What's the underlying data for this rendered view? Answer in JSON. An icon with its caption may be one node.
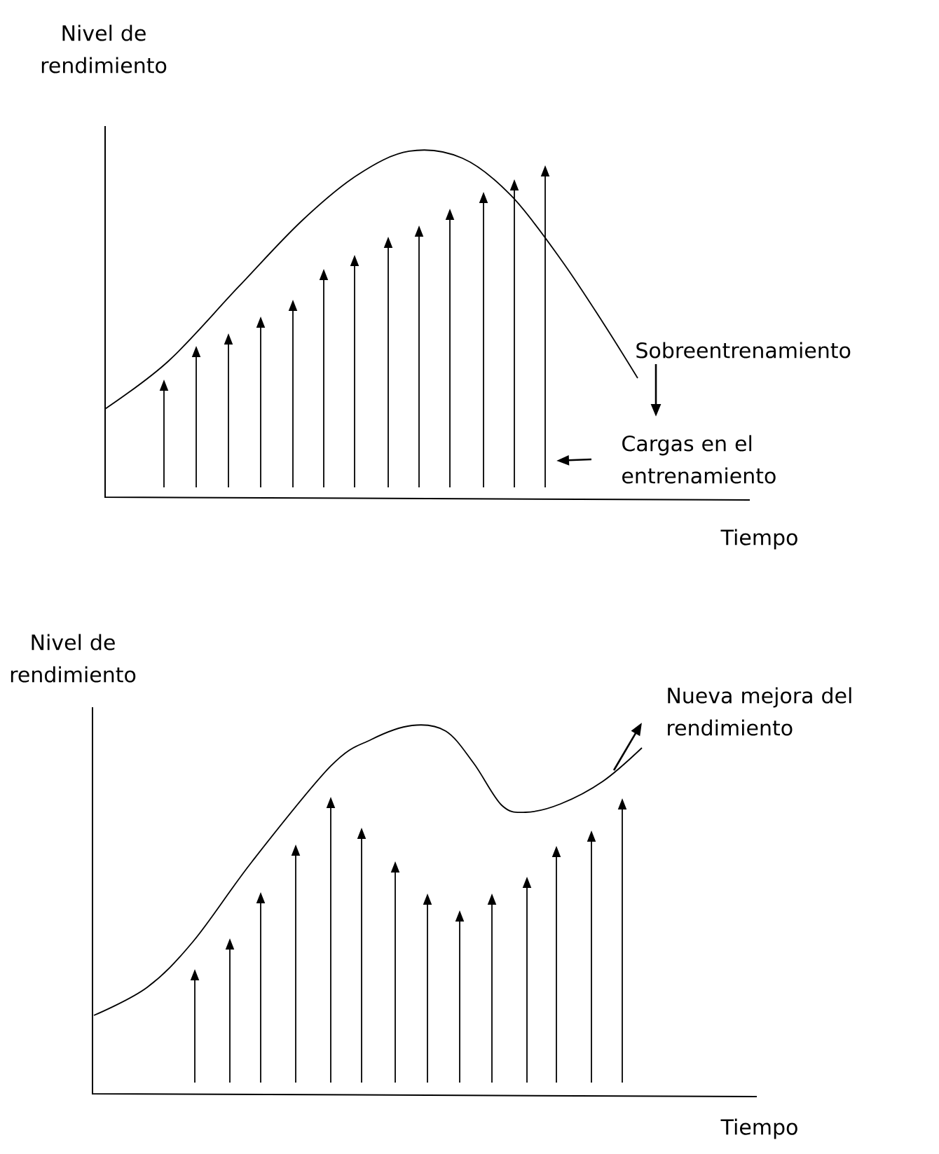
{
  "diagram": {
    "nodes": [
      {
        "text": [
          "Sobreentrenamiento"
        ]
      },
      {
        "text": [
          "Cargas en el entrenamiento"
        ]
      },
      {
        "text": [
          "Nueva mejora del rendimiento"
        ]
      }
    ],
    "edges": [
      {
        "from": 0,
        "to": 1,
        "arrow": "to"
      },
      {
        "from": 1,
        "to": null,
        "arrow": "to"
      },
      {
        "from": null,
        "to": 2,
        "arrow": "to"
      }
    ],
    "labels": [
      "Nivel de rendimiento",
      "Tiempo",
      "Nivel de rendimiento",
      "Tiempo"
    ]
  }
}
